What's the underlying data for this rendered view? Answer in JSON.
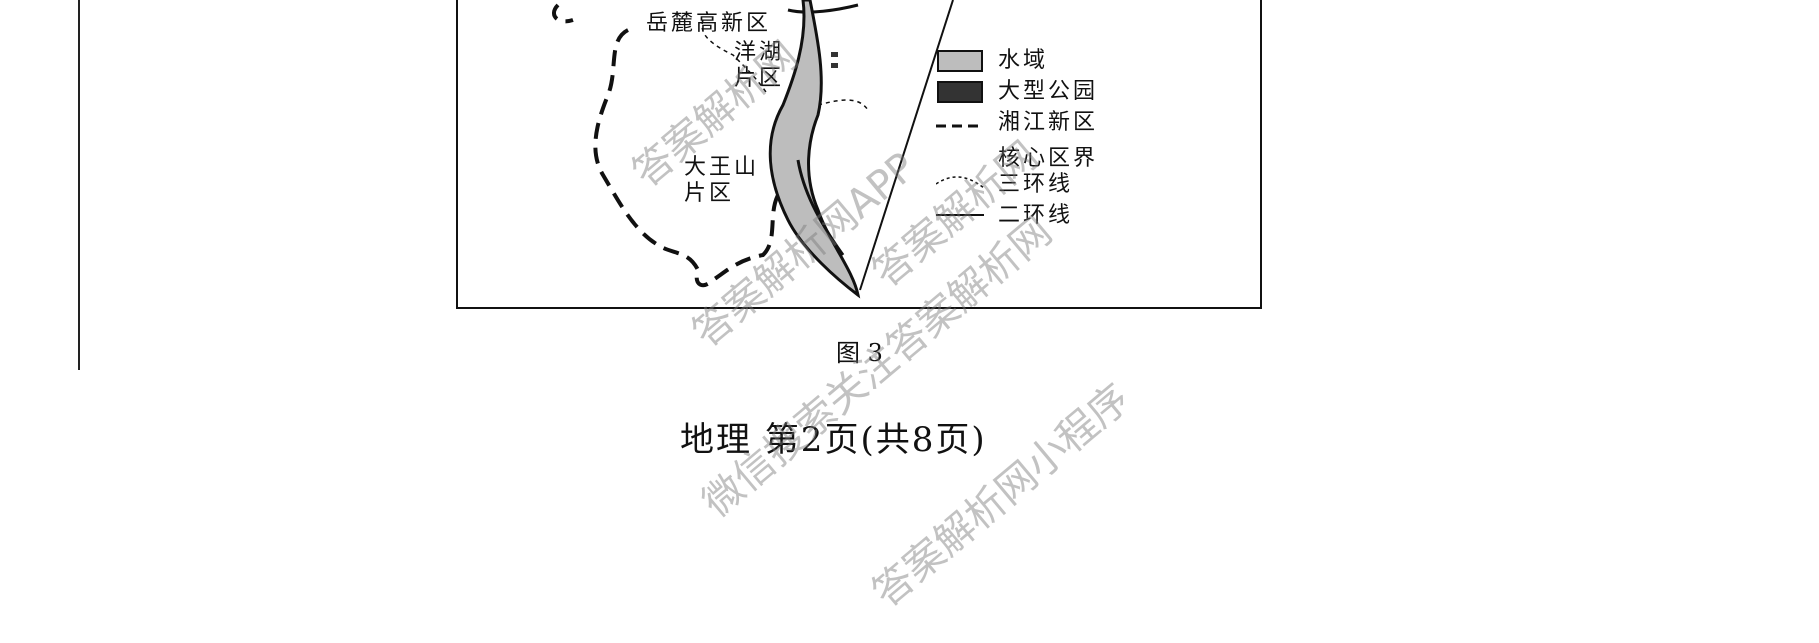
{
  "map": {
    "labels": {
      "yuelu": "岳麓高新区",
      "yanghu": "洋湖片区",
      "dawangshan": "大王山片区"
    },
    "legend": {
      "water": "水域",
      "park": "大型公园",
      "core_boundary_line1": "湘江新区",
      "core_boundary_line2": "核心区界",
      "third_ring": "三环线",
      "second_ring": "二环线"
    },
    "colors": {
      "water": "#bdbdbd",
      "park": "#333333",
      "line": "#111111"
    }
  },
  "caption": "图 3",
  "footer": "地理 第2页(共8页)",
  "watermarks": [
    "答案解析网",
    "答案解析网APP",
    "答案解析网",
    "微信搜索关注答案解析网",
    "答案解析网小程序"
  ]
}
